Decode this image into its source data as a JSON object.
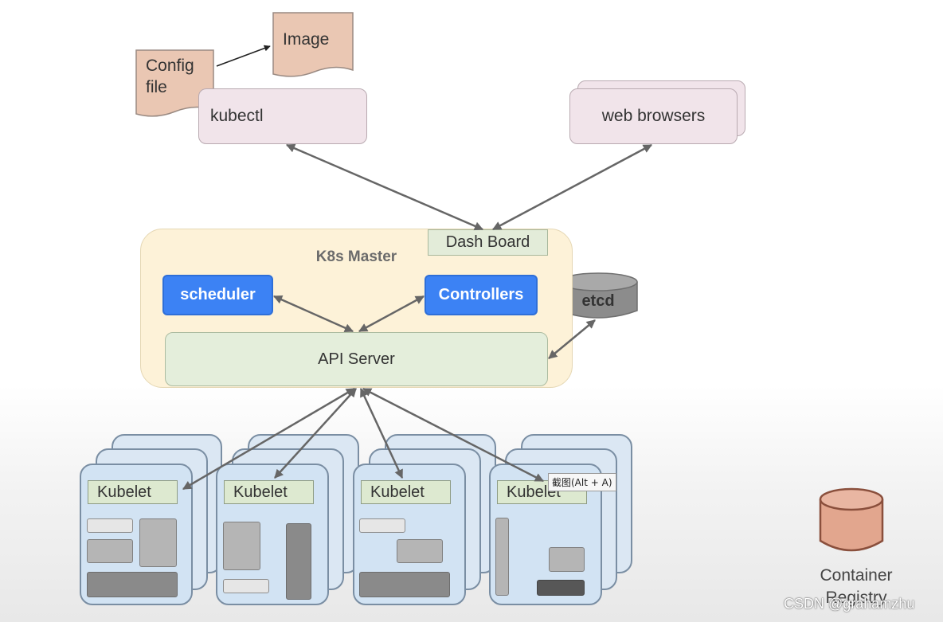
{
  "colors": {
    "client_box": "#f1e4ea",
    "document": "#eac7b3",
    "master_bg": "#fdf2d8",
    "component_blue": "#3c82f4",
    "api_server": "#e4eedb",
    "etcd": "#8c8c8c",
    "node_card": "#d2e3f3",
    "registry": "#e2a68e",
    "arrow": "#666666"
  },
  "documents": {
    "image": "Image",
    "config": [
      "Config",
      "file"
    ]
  },
  "clients": {
    "kubectl": "kubectl",
    "web_browsers": "web browsers"
  },
  "master": {
    "title": "K8s Master",
    "dashboard": "Dash Board",
    "scheduler": "scheduler",
    "controllers": "Controllers",
    "api_server": "API Server",
    "etcd": "etcd"
  },
  "nodes": [
    {
      "kubelet": "Kubelet"
    },
    {
      "kubelet": "Kubelet"
    },
    {
      "kubelet": "Kubelet"
    },
    {
      "kubelet": "Kubelet"
    }
  ],
  "tooltip": "截图(Alt + A)",
  "registry": [
    "Container",
    "Registry"
  ],
  "watermark": "CSDN @grahamzhu"
}
